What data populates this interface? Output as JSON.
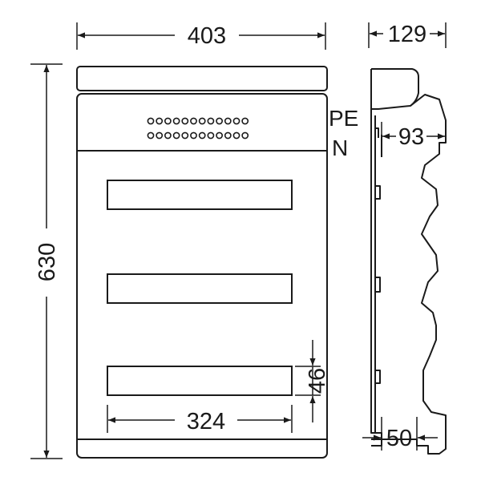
{
  "dimensions": {
    "width": "403",
    "height": "630",
    "depth_total": "129",
    "depth_inner": "93",
    "depth_base": "50",
    "slot_width": "324",
    "slot_height": "46"
  },
  "terminal_labels": {
    "pe": "PE",
    "n": "N"
  },
  "colors": {
    "line": "#1a1a1a",
    "background": "#ffffff"
  }
}
